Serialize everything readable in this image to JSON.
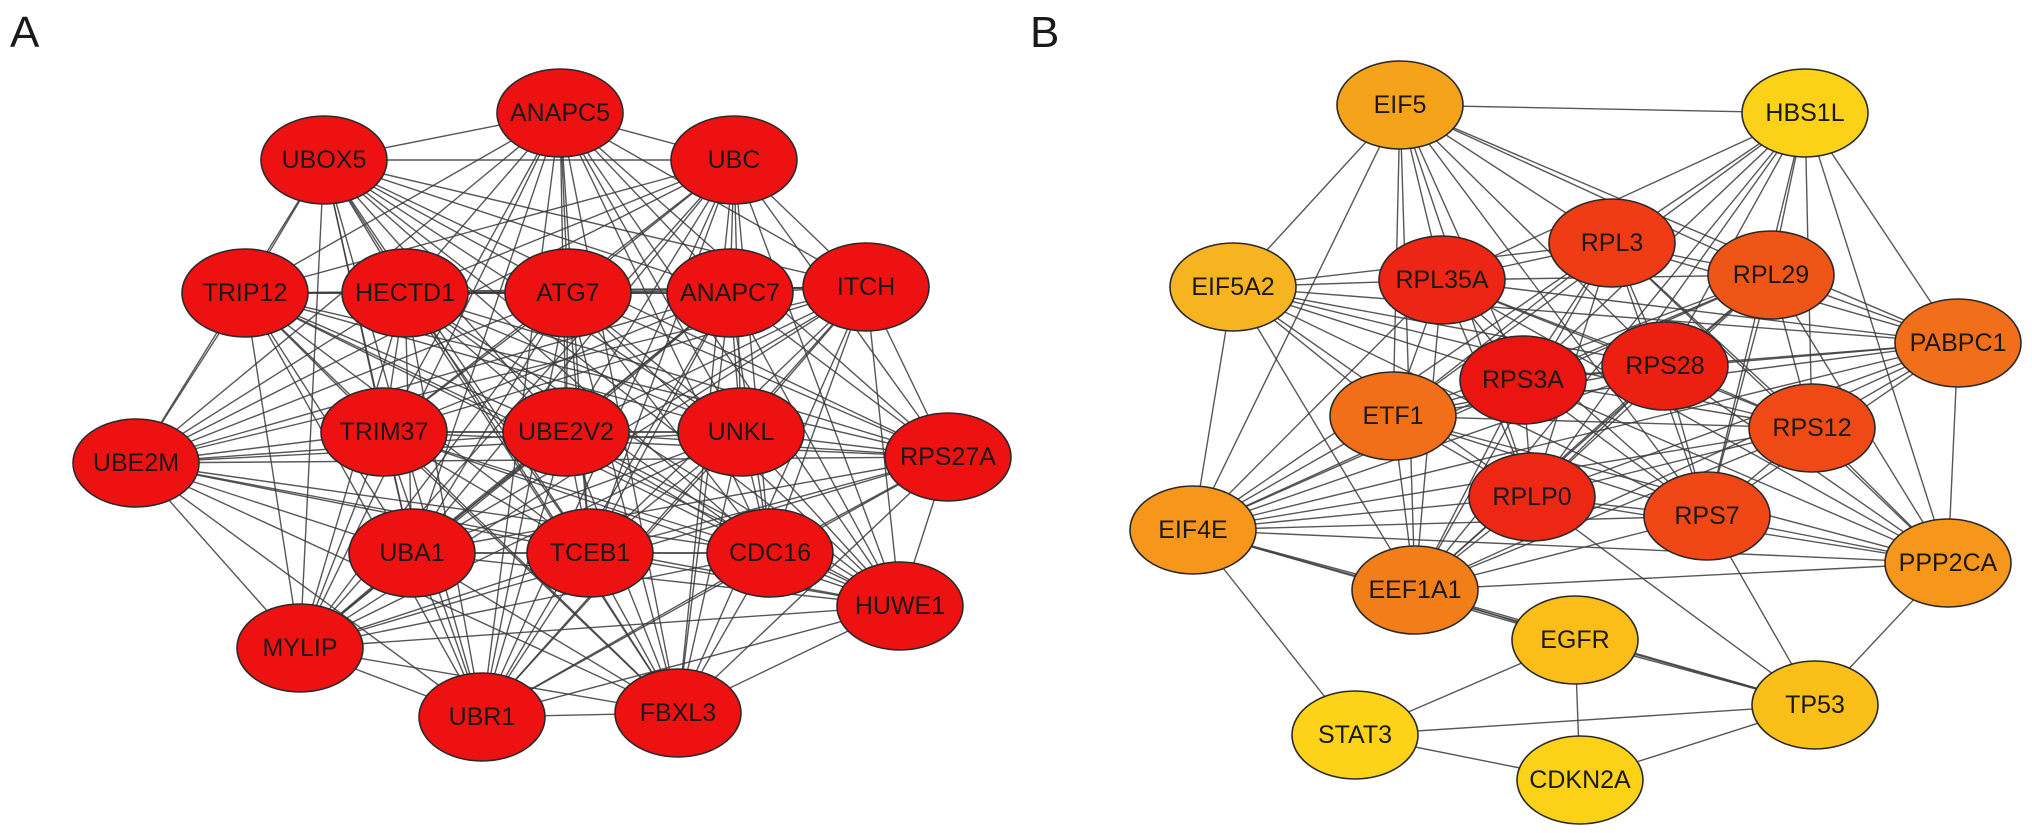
{
  "panels": [
    {
      "id": "A",
      "label": "A",
      "nodes": [
        {
          "id": "ANAPC5",
          "label": "ANAPC5",
          "color": "#ee1111"
        },
        {
          "id": "UBOX5",
          "label": "UBOX5",
          "color": "#ee1111"
        },
        {
          "id": "UBC",
          "label": "UBC",
          "color": "#ee1111"
        },
        {
          "id": "TRIP12",
          "label": "TRIP12",
          "color": "#ee1111"
        },
        {
          "id": "HECTD1",
          "label": "HECTD1",
          "color": "#ee1111"
        },
        {
          "id": "ATG7",
          "label": "ATG7",
          "color": "#ee1111"
        },
        {
          "id": "ANAPC7",
          "label": "ANAPC7",
          "color": "#ee1111"
        },
        {
          "id": "ITCH",
          "label": "ITCH",
          "color": "#ee1111"
        },
        {
          "id": "UBE2M",
          "label": "UBE2M",
          "color": "#ee1111"
        },
        {
          "id": "TRIM37",
          "label": "TRIM37",
          "color": "#ee1111"
        },
        {
          "id": "UBE2V2",
          "label": "UBE2V2",
          "color": "#ee1111"
        },
        {
          "id": "UNKL",
          "label": "UNKL",
          "color": "#ee1111"
        },
        {
          "id": "RPS27A",
          "label": "RPS27A",
          "color": "#ee1111"
        },
        {
          "id": "UBA1",
          "label": "UBA1",
          "color": "#ee1111"
        },
        {
          "id": "TCEB1",
          "label": "TCEB1",
          "color": "#ee1111"
        },
        {
          "id": "CDC16",
          "label": "CDC16",
          "color": "#ee1111"
        },
        {
          "id": "HUWE1",
          "label": "HUWE1",
          "color": "#ee1111"
        },
        {
          "id": "MYLIP",
          "label": "MYLIP",
          "color": "#ee1111"
        },
        {
          "id": "UBR1",
          "label": "UBR1",
          "color": "#ee1111"
        },
        {
          "id": "FBXL3",
          "label": "FBXL3",
          "color": "#ee1111"
        }
      ],
      "edges": "all-pairs"
    },
    {
      "id": "B",
      "label": "B",
      "nodes": [
        {
          "id": "EIF5",
          "label": "EIF5",
          "color": "#f5a31a"
        },
        {
          "id": "HBS1L",
          "label": "HBS1L",
          "color": "#fcd219"
        },
        {
          "id": "EIF5A2",
          "label": "EIF5A2",
          "color": "#f7b421"
        },
        {
          "id": "RPL35A",
          "label": "RPL35A",
          "color": "#ec2515"
        },
        {
          "id": "RPL3",
          "label": "RPL3",
          "color": "#ef3c15"
        },
        {
          "id": "RPL29",
          "label": "RPL29",
          "color": "#f05518"
        },
        {
          "id": "PABPC1",
          "label": "PABPC1",
          "color": "#f16f1a"
        },
        {
          "id": "RPS3A",
          "label": "RPS3A",
          "color": "#ea1411"
        },
        {
          "id": "RPS28",
          "label": "RPS28",
          "color": "#ec2011"
        },
        {
          "id": "ETF1",
          "label": "ETF1",
          "color": "#f26f1a"
        },
        {
          "id": "RPS12",
          "label": "RPS12",
          "color": "#ef4a16"
        },
        {
          "id": "RPLP0",
          "label": "RPLP0",
          "color": "#ec2814"
        },
        {
          "id": "RPS7",
          "label": "RPS7",
          "color": "#ef4716"
        },
        {
          "id": "EIF4E",
          "label": "EIF4E",
          "color": "#f6961b"
        },
        {
          "id": "PPP2CA",
          "label": "PPP2CA",
          "color": "#f6961b"
        },
        {
          "id": "EEF1A1",
          "label": "EEF1A1",
          "color": "#f27e1a"
        },
        {
          "id": "EGFR",
          "label": "EGFR",
          "color": "#fbbe19"
        },
        {
          "id": "TP53",
          "label": "TP53",
          "color": "#fbbf19"
        },
        {
          "id": "STAT3",
          "label": "STAT3",
          "color": "#fcd319"
        },
        {
          "id": "CDKN2A",
          "label": "CDKN2A",
          "color": "#fcd219"
        }
      ],
      "edges": [
        [
          "EIF5",
          "HBS1L"
        ],
        [
          "EIF5",
          "EIF5A2"
        ],
        [
          "EIF5",
          "RPL35A"
        ],
        [
          "EIF5",
          "RPL3"
        ],
        [
          "EIF5",
          "RPL29"
        ],
        [
          "EIF5",
          "RPS3A"
        ],
        [
          "EIF5",
          "RPS28"
        ],
        [
          "EIF5",
          "ETF1"
        ],
        [
          "EIF5",
          "EIF4E"
        ],
        [
          "EIF5",
          "RPS7"
        ],
        [
          "EIF5",
          "RPLP0"
        ],
        [
          "EIF5",
          "PABPC1"
        ],
        [
          "EIF5",
          "EEF1A1"
        ],
        [
          "HBS1L",
          "RPL35A"
        ],
        [
          "HBS1L",
          "RPL3"
        ],
        [
          "HBS1L",
          "RPL29"
        ],
        [
          "HBS1L",
          "PABPC1"
        ],
        [
          "HBS1L",
          "RPS3A"
        ],
        [
          "HBS1L",
          "RPS28"
        ],
        [
          "HBS1L",
          "ETF1"
        ],
        [
          "HBS1L",
          "RPS12"
        ],
        [
          "HBS1L",
          "RPLP0"
        ],
        [
          "HBS1L",
          "RPS7"
        ],
        [
          "HBS1L",
          "EEF1A1"
        ],
        [
          "HBS1L",
          "PPP2CA"
        ],
        [
          "EIF5A2",
          "RPL35A"
        ],
        [
          "EIF5A2",
          "RPL3"
        ],
        [
          "EIF5A2",
          "RPS3A"
        ],
        [
          "EIF5A2",
          "RPS28"
        ],
        [
          "EIF5A2",
          "ETF1"
        ],
        [
          "EIF5A2",
          "RPLP0"
        ],
        [
          "EIF5A2",
          "EIF4E"
        ],
        [
          "EIF5A2",
          "EEF1A1"
        ],
        [
          "EIF5A2",
          "RPS12"
        ],
        [
          "EIF5A2",
          "RPS7"
        ],
        [
          "EIF5A2",
          "PABPC1"
        ],
        [
          "RPL35A",
          "RPL3"
        ],
        [
          "RPL35A",
          "RPL29"
        ],
        [
          "RPL35A",
          "RPS3A"
        ],
        [
          "RPL35A",
          "RPS28"
        ],
        [
          "RPL35A",
          "ETF1"
        ],
        [
          "RPL35A",
          "RPS12"
        ],
        [
          "RPL35A",
          "RPLP0"
        ],
        [
          "RPL35A",
          "RPS7"
        ],
        [
          "RPL35A",
          "EIF4E"
        ],
        [
          "RPL35A",
          "EEF1A1"
        ],
        [
          "RPL35A",
          "PABPC1"
        ],
        [
          "RPL35A",
          "PPP2CA"
        ],
        [
          "RPL3",
          "RPL29"
        ],
        [
          "RPL3",
          "RPS3A"
        ],
        [
          "RPL3",
          "RPS28"
        ],
        [
          "RPL3",
          "ETF1"
        ],
        [
          "RPL3",
          "RPS12"
        ],
        [
          "RPL3",
          "RPLP0"
        ],
        [
          "RPL3",
          "RPS7"
        ],
        [
          "RPL3",
          "EIF4E"
        ],
        [
          "RPL3",
          "EEF1A1"
        ],
        [
          "RPL3",
          "PABPC1"
        ],
        [
          "RPL3",
          "PPP2CA"
        ],
        [
          "RPL29",
          "RPS3A"
        ],
        [
          "RPL29",
          "RPS28"
        ],
        [
          "RPL29",
          "ETF1"
        ],
        [
          "RPL29",
          "RPS12"
        ],
        [
          "RPL29",
          "RPLP0"
        ],
        [
          "RPL29",
          "RPS7"
        ],
        [
          "RPL29",
          "EIF4E"
        ],
        [
          "RPL29",
          "EEF1A1"
        ],
        [
          "RPL29",
          "PABPC1"
        ],
        [
          "RPL29",
          "PPP2CA"
        ],
        [
          "PABPC1",
          "RPS3A"
        ],
        [
          "PABPC1",
          "RPS28"
        ],
        [
          "PABPC1",
          "ETF1"
        ],
        [
          "PABPC1",
          "RPS12"
        ],
        [
          "PABPC1",
          "RPLP0"
        ],
        [
          "PABPC1",
          "RPS7"
        ],
        [
          "PABPC1",
          "EIF4E"
        ],
        [
          "PABPC1",
          "EEF1A1"
        ],
        [
          "PABPC1",
          "PPP2CA"
        ],
        [
          "RPS3A",
          "RPS28"
        ],
        [
          "RPS3A",
          "ETF1"
        ],
        [
          "RPS3A",
          "RPS12"
        ],
        [
          "RPS3A",
          "RPLP0"
        ],
        [
          "RPS3A",
          "RPS7"
        ],
        [
          "RPS3A",
          "EIF4E"
        ],
        [
          "RPS3A",
          "EEF1A1"
        ],
        [
          "RPS3A",
          "PPP2CA"
        ],
        [
          "RPS28",
          "ETF1"
        ],
        [
          "RPS28",
          "RPS12"
        ],
        [
          "RPS28",
          "RPLP0"
        ],
        [
          "RPS28",
          "RPS7"
        ],
        [
          "RPS28",
          "EIF4E"
        ],
        [
          "RPS28",
          "EEF1A1"
        ],
        [
          "RPS28",
          "PPP2CA"
        ],
        [
          "ETF1",
          "RPS12"
        ],
        [
          "ETF1",
          "RPLP0"
        ],
        [
          "ETF1",
          "RPS7"
        ],
        [
          "ETF1",
          "EIF4E"
        ],
        [
          "ETF1",
          "EEF1A1"
        ],
        [
          "ETF1",
          "PPP2CA"
        ],
        [
          "RPS12",
          "RPLP0"
        ],
        [
          "RPS12",
          "RPS7"
        ],
        [
          "RPS12",
          "EIF4E"
        ],
        [
          "RPS12",
          "EEF1A1"
        ],
        [
          "RPS12",
          "PPP2CA"
        ],
        [
          "RPLP0",
          "RPS7"
        ],
        [
          "RPLP0",
          "EIF4E"
        ],
        [
          "RPLP0",
          "EEF1A1"
        ],
        [
          "RPLP0",
          "PPP2CA"
        ],
        [
          "RPLP0",
          "TP53"
        ],
        [
          "RPS7",
          "EIF4E"
        ],
        [
          "RPS7",
          "EEF1A1"
        ],
        [
          "RPS7",
          "PPP2CA"
        ],
        [
          "RPS7",
          "TP53"
        ],
        [
          "EIF4E",
          "EEF1A1"
        ],
        [
          "EIF4E",
          "STAT3"
        ],
        [
          "EIF4E",
          "EGFR"
        ],
        [
          "EIF4E",
          "PPP2CA"
        ],
        [
          "EIF4E",
          "TP53"
        ],
        [
          "PPP2CA",
          "EEF1A1"
        ],
        [
          "PPP2CA",
          "TP53"
        ],
        [
          "EEF1A1",
          "EGFR"
        ],
        [
          "EEF1A1",
          "TP53"
        ],
        [
          "EGFR",
          "TP53"
        ],
        [
          "EGFR",
          "STAT3"
        ],
        [
          "EGFR",
          "CDKN2A"
        ],
        [
          "TP53",
          "STAT3"
        ],
        [
          "TP53",
          "CDKN2A"
        ],
        [
          "STAT3",
          "CDKN2A"
        ]
      ]
    }
  ]
}
